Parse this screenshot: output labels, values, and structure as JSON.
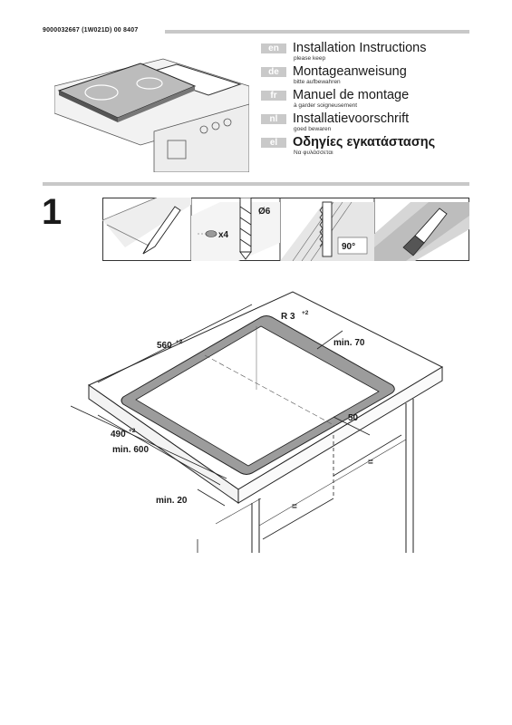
{
  "document": {
    "number": "9000032667 (1W021D) 00 8407"
  },
  "languages": [
    {
      "code": "en",
      "title": "Installation Instructions",
      "subtitle": "please keep"
    },
    {
      "code": "de",
      "title": "Montageanweisung",
      "subtitle": "bitte aufbewahren"
    },
    {
      "code": "fr",
      "title": "Manuel de montage",
      "subtitle": "à garder soigneusement"
    },
    {
      "code": "nl",
      "title": "Installatievoorschrift",
      "subtitle": "goed bewaren"
    },
    {
      "code": "el",
      "title": "Οδηγίες εγκατάστασης",
      "subtitle": "Να φυλάσσεται"
    }
  ],
  "step": {
    "number": "1",
    "tools": {
      "drill_diameter": "Ø6",
      "quantity": "x4",
      "saw_angle": "90°"
    },
    "dimensions": {
      "radius": "R 3",
      "radius_tol": "+2",
      "width": "560",
      "width_tol": "+2",
      "depth": "490",
      "depth_tol": "+2",
      "min_depth": "min. 600",
      "min_back": "min. 70",
      "rear_gap": "50",
      "min_front": "min. 20",
      "equal": "="
    }
  }
}
